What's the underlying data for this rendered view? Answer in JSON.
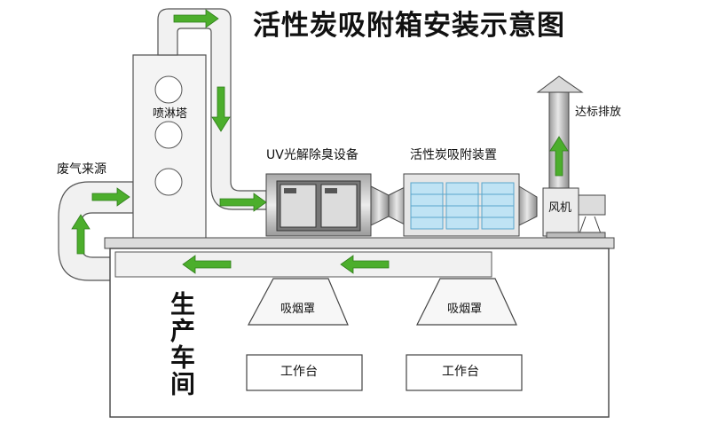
{
  "title": "活性炭吸附箱安装示意图",
  "labels": {
    "spray_tower": "喷淋塔",
    "waste_gas_source": "废气来源",
    "uv_device": "UV光解除臭设备",
    "carbon_device": "活性炭吸附装置",
    "emission": "达标排放",
    "fan": "风机",
    "hood_1": "吸烟罩",
    "hood_2": "吸烟罩",
    "workshop": "生产车间",
    "bench_1": "工作台",
    "bench_2": "工作台"
  },
  "colors": {
    "arrow": "#4cae2c",
    "duct_fill": "#f1f1f1",
    "duct_stroke": "#555555",
    "panel_blue": "#bfe3f4"
  }
}
